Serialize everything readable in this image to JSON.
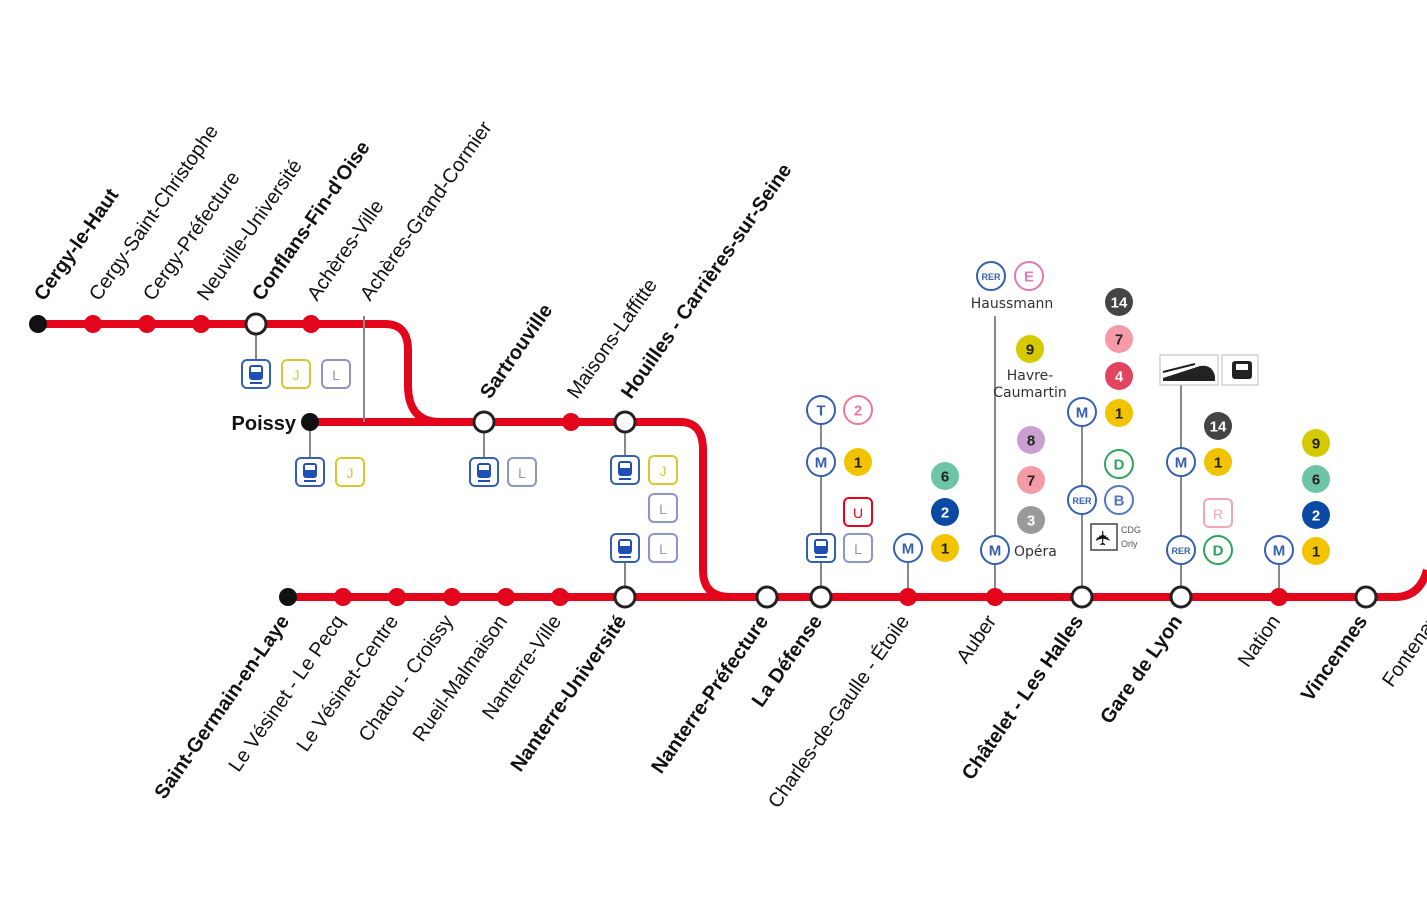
{
  "map": {
    "line_color": "#e3051b",
    "branches": {
      "cergy": [
        {
          "name": "Cergy-le-Haut",
          "bold": true,
          "type": "terminus"
        },
        {
          "name": "Cergy-Saint-Christophe",
          "bold": false,
          "type": "stop"
        },
        {
          "name": "Cergy-Préfecture",
          "bold": false,
          "type": "stop"
        },
        {
          "name": "Neuville-Université",
          "bold": false,
          "type": "stop"
        },
        {
          "name": "Conflans-Fin-d'Oise",
          "bold": true,
          "type": "interchange"
        },
        {
          "name": "Achères-Ville",
          "bold": false,
          "type": "stop"
        },
        {
          "name": "Achères-Grand-Cormier",
          "bold": false,
          "type": "passthrough"
        }
      ],
      "poissy": [
        {
          "name": "Poissy",
          "bold": true,
          "type": "terminus"
        },
        {
          "name": "Sartrouville",
          "bold": true,
          "type": "interchange"
        },
        {
          "name": "Maisons-Laffitte",
          "bold": false,
          "type": "stop"
        },
        {
          "name": "Houilles - Carrières-sur-Seine",
          "bold": true,
          "type": "interchange"
        }
      ],
      "trunk": [
        {
          "name": "Saint-Germain-en-Laye",
          "bold": true,
          "type": "terminus"
        },
        {
          "name": "Le Vésinet - Le Pecq",
          "bold": false,
          "type": "stop"
        },
        {
          "name": "Le Vésinet-Centre",
          "bold": false,
          "type": "stop"
        },
        {
          "name": "Chatou - Croissy",
          "bold": false,
          "type": "stop"
        },
        {
          "name": "Rueil-Malmaison",
          "bold": false,
          "type": "stop"
        },
        {
          "name": "Nanterre-Ville",
          "bold": false,
          "type": "stop"
        },
        {
          "name": "Nanterre-Université",
          "bold": true,
          "type": "interchange"
        },
        {
          "name": "Nanterre-Préfecture",
          "bold": true,
          "type": "interchange"
        },
        {
          "name": "La Défense",
          "bold": true,
          "type": "interchange"
        },
        {
          "name": "Charles-de-Gaulle - Étoile",
          "bold": false,
          "type": "stop"
        },
        {
          "name": "Auber",
          "bold": false,
          "type": "stop"
        },
        {
          "name": "Châtelet - Les Halles",
          "bold": true,
          "type": "interchange"
        },
        {
          "name": "Gare de Lyon",
          "bold": true,
          "type": "interchange"
        },
        {
          "name": "Nation",
          "bold": false,
          "type": "stop"
        },
        {
          "name": "Vincennes",
          "bold": true,
          "type": "interchange"
        },
        {
          "name": "Fontenay",
          "bold": false,
          "type": "stop"
        }
      ]
    },
    "connections": {
      "conflans": [
        {
          "mode": "train",
          "label": ""
        },
        {
          "mode": "line",
          "label": "J",
          "color": "#d7c833"
        },
        {
          "mode": "line",
          "label": "L",
          "color": "#8e95c4"
        }
      ],
      "poissy": [
        {
          "mode": "train",
          "label": ""
        },
        {
          "mode": "line",
          "label": "J",
          "color": "#d7c833"
        }
      ],
      "sartrouville": [
        {
          "mode": "train",
          "label": ""
        },
        {
          "mode": "line",
          "label": "L",
          "color": "#8e95c4"
        }
      ],
      "houilles": [
        {
          "mode": "train",
          "label": ""
        },
        {
          "mode": "line",
          "label": "J",
          "color": "#d7c833"
        },
        {
          "mode": "line",
          "label": "L",
          "color": "#8e95c4"
        }
      ],
      "nanterre_univ": [
        {
          "mode": "train",
          "label": ""
        },
        {
          "mode": "line",
          "label": "L",
          "color": "#8e95c4"
        }
      ],
      "la_defense": {
        "tram": {
          "mode_label": "T",
          "line": "2",
          "color": "#e8799a"
        },
        "metro": {
          "mode_label": "M",
          "line": "1",
          "color": "#f2c400"
        },
        "rer_u": {
          "label": "U",
          "color": "#e3051b"
        },
        "train": {
          "line": "L",
          "color": "#8e95c4"
        }
      },
      "cdg_etoile": {
        "metro_label": "M",
        "lines": [
          {
            "n": "6",
            "color": "#6ec4a7"
          },
          {
            "n": "2",
            "color": "#0a4aa3"
          },
          {
            "n": "1",
            "color": "#f2c400"
          }
        ]
      },
      "auber": {
        "haussmann": {
          "rer_label": "RER",
          "line": "E",
          "color": "#e07ab4",
          "name": "Haussmann"
        },
        "havre": {
          "line": "9",
          "color": "#d5c900",
          "name": "Havre-Caumartin"
        },
        "opera": {
          "metro_label": "M",
          "lines": [
            {
              "n": "8",
              "color": "#c9a0d0"
            },
            {
              "n": "7",
              "color": "#f59ba8"
            },
            {
              "n": "3",
              "color": "#9a9a9a"
            }
          ],
          "name": "Opéra"
        }
      },
      "chatelet": {
        "metro_label": "M",
        "metro_lines": [
          {
            "n": "14",
            "color": "#444444"
          },
          {
            "n": "7",
            "color": "#f59ba8"
          },
          {
            "n": "4",
            "color": "#e0455f"
          },
          {
            "n": "1",
            "color": "#f2c400"
          }
        ],
        "rer_label": "RER",
        "rer_lines": [
          {
            "n": "D",
            "color": "#2fa35a"
          },
          {
            "n": "B",
            "color": "#5577c4"
          }
        ],
        "airport_label": "CDG Orly"
      },
      "gare_de_lyon": {
        "metro_label": "M",
        "metro_lines": [
          {
            "n": "14",
            "color": "#444444"
          },
          {
            "n": "1",
            "color": "#f2c400"
          }
        ],
        "train_line": {
          "n": "R",
          "color": "#f2a6b8"
        },
        "rer_label": "RER",
        "rer_lines": [
          {
            "n": "D",
            "color": "#2fa35a"
          }
        ]
      },
      "nation": {
        "metro_label": "M",
        "lines": [
          {
            "n": "9",
            "color": "#d5c900"
          },
          {
            "n": "6",
            "color": "#6ec4a7"
          },
          {
            "n": "2",
            "color": "#0a4aa3"
          },
          {
            "n": "1",
            "color": "#f2c400"
          }
        ]
      }
    }
  }
}
